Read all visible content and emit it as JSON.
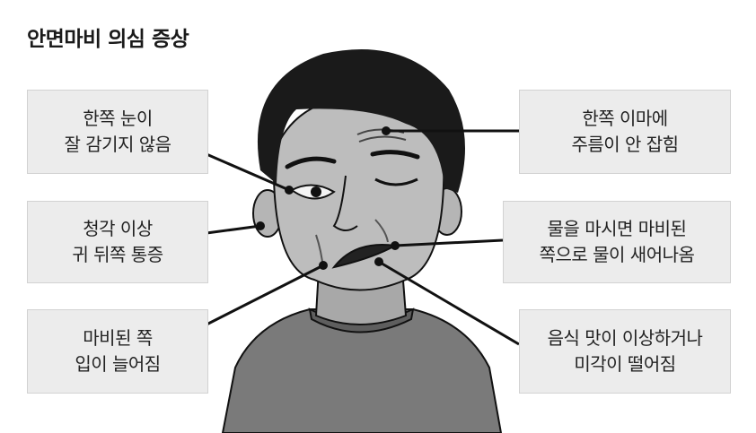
{
  "title": "안면마비 의심 증상",
  "symptoms": {
    "left": [
      {
        "line1": "한쪽 눈이",
        "line2": "잘 감기지 않음"
      },
      {
        "line1": "청각 이상",
        "line2": "귀 뒤쪽 통증"
      },
      {
        "line1": "마비된 쪽",
        "line2": "입이 늘어짐"
      }
    ],
    "right": [
      {
        "line1": "한쪽 이마에",
        "line2": "주름이 안 잡힘"
      },
      {
        "line1": "물을 마시면 마비된",
        "line2": "쪽으로 물이 새어나옴"
      },
      {
        "line1": "음식 맛이 이상하거나",
        "line2": "미각이 떨어짐"
      }
    ]
  },
  "colors": {
    "box_fill": "#ececec",
    "skin": "#bdbdbd",
    "hair": "#1a1a1a",
    "shirt": "#7a7a7a",
    "pointer_line": "#111111"
  }
}
